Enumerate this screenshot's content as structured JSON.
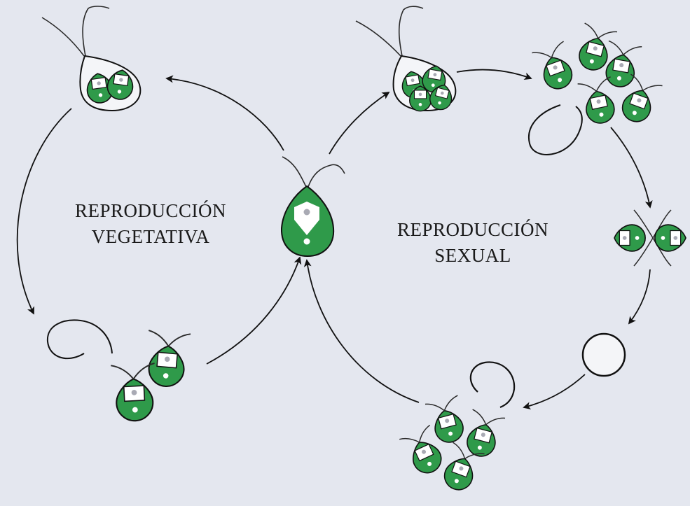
{
  "labels": {
    "vegetative": {
      "line1": "REPRODUCCIÓN",
      "line2": "VEGETATIVA"
    },
    "sexual": {
      "line1": "REPRODUCCIÓN",
      "line2": "SEXUAL"
    }
  },
  "colors": {
    "background": "#e4e7ef",
    "cell_green": "#2f9a4a",
    "nucleus": "#a9aab4",
    "outline": "#111111",
    "flagellum": "#2a2a2a"
  },
  "nodes": [
    "adult-cell",
    "vegetative-division-sporangium",
    "released-zoospores",
    "gamete-forming-sporangium",
    "released-gametes",
    "gamete-fusion",
    "zygote",
    "released-meiotic-cells"
  ]
}
